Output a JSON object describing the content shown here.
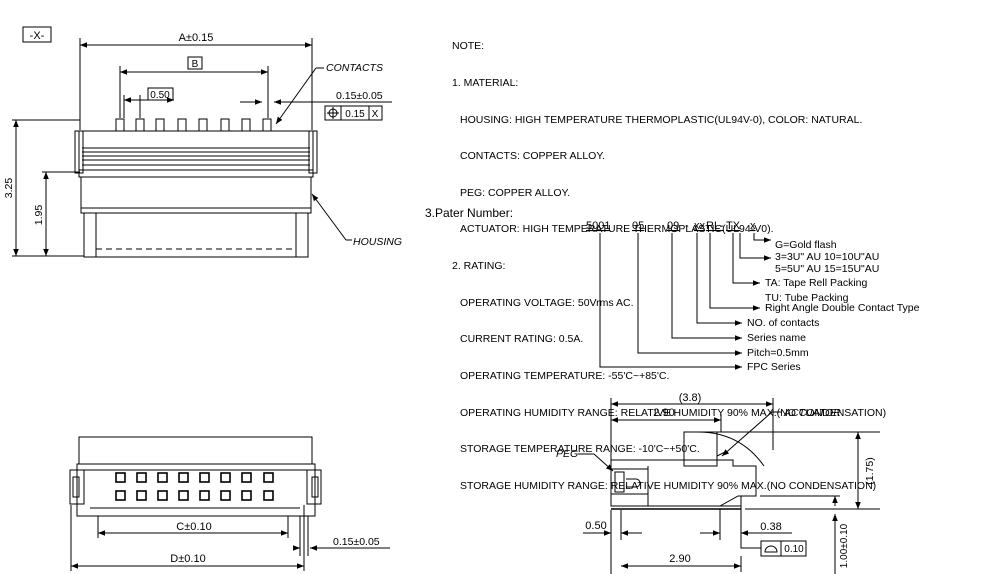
{
  "notes": {
    "heading": "NOTE:",
    "material_title": "1. MATERIAL:",
    "housing": "HOUSING: HIGH TEMPERATURE THERMOPLASTIC(UL94V-0), COLOR: NATURAL.",
    "contacts": "CONTACTS: COPPER ALLOY.",
    "peg": "PEG: COPPER ALLOY.",
    "actuator": "ACTUATOR: HIGH TEMPERATURE THERMOPLASTIC(UL94-V0).",
    "rating_title": "2. RATING:",
    "voltage": "OPERATING VOLTAGE: 50Vrms AC.",
    "current": "CURRENT RATING: 0.5A.",
    "op_temp": "OPERATING TEMPERATURE: -55'C~+85'C.",
    "op_humidity": "OPERATING HUMIDITY RANGE: RELATIVE HUMIDITY 90% MAX.(NO CONDENSATION)",
    "st_temp": "STORAGE TEMPERATURE RANGE: -10'C~+50'C.",
    "st_humidity": "STORAGE HUMIDITY RANGE: RELATIVE HUMIDITY 90% MAX.(NO CONDENSATION)"
  },
  "part_number": {
    "title": "3.Pater Number:",
    "codes": [
      "5001",
      "05",
      "09",
      "-",
      "xx",
      "RL-",
      "TX",
      "x"
    ],
    "legend": [
      "G=Gold flash",
      "3=3U\" AU   10=10U\"AU",
      "5=5U\" AU   15=15U\"AU",
      "TA: Tape Rell Packing",
      "TU: Tube Packing",
      "Right Angle Double Contact Type",
      "NO. of contacts",
      "Series name",
      "Pitch=0.5mm",
      "FPC Series"
    ]
  },
  "front_view": {
    "datum": "-X-",
    "dim_a": "A±0.15",
    "dim_b": "B",
    "pitch": "0.50",
    "contact_width": "0.15±0.05",
    "position_tol": "0.15",
    "position_datum": "X",
    "height_total": "3.25",
    "height_body": "1.95",
    "contacts_label": "CONTACTS",
    "housing_label": "HOUSING"
  },
  "bottom_view": {
    "dim_c": "C±0.10",
    "dim_d": "D±0.10",
    "pad_width": "0.15±0.05"
  },
  "side_view": {
    "overall": "(3.8)",
    "depth_top": "2.90",
    "depth_bottom": "2.90",
    "height_ref": "(1.75)",
    "thickness": "1.00±0.10",
    "peg_offset": "0.50",
    "lead_offset": "0.38",
    "flatness": "0.10",
    "actuator_label": "ACTUATOR",
    "peg_label": "PEG"
  }
}
